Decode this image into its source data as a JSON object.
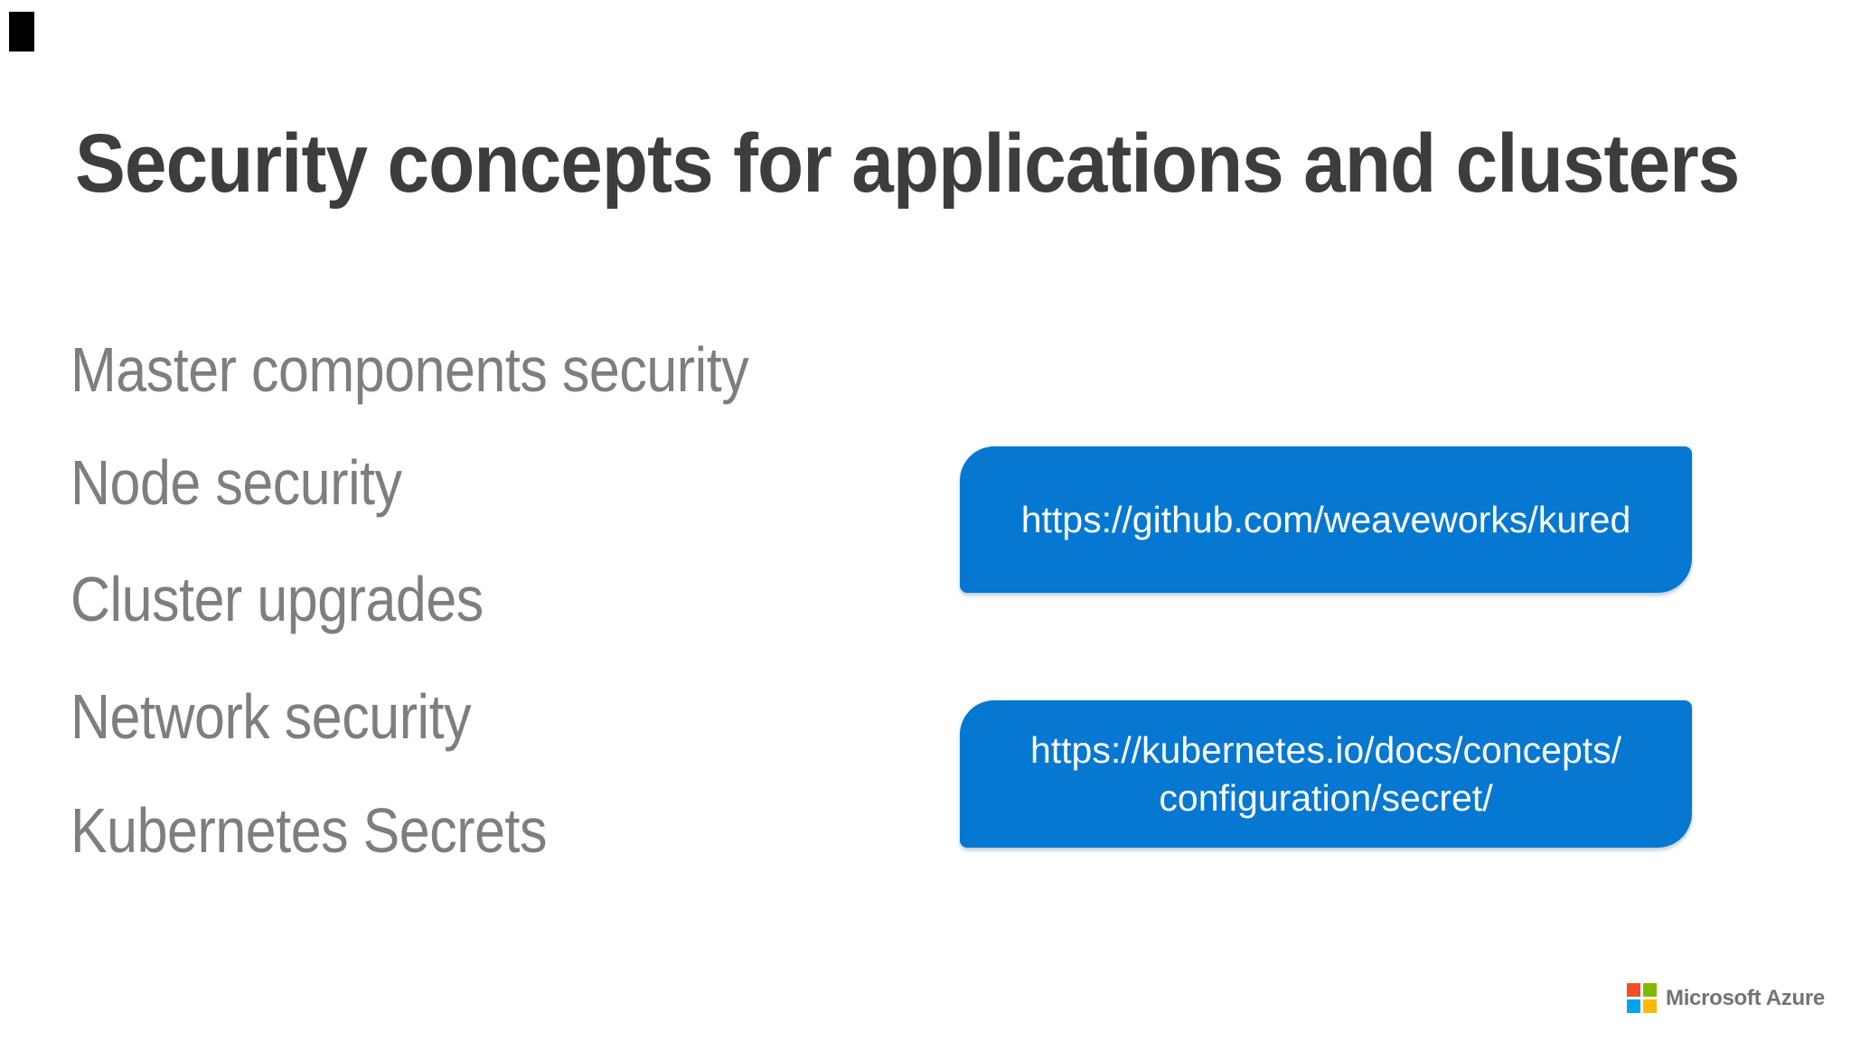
{
  "slide": {
    "title": "Security concepts for applications and clusters",
    "topics": [
      "Master components security",
      "Node security",
      "Cluster upgrades",
      "Network security",
      "Kubernetes Secrets"
    ],
    "links": [
      {
        "lines": [
          "https://github.com/weaveworks/kured"
        ]
      },
      {
        "lines": [
          "https://kubernetes.io/docs/concepts/",
          "configuration/secret/"
        ]
      }
    ],
    "footer": {
      "brand": "Microsoft Azure"
    },
    "icons": {
      "microsoft_logo": "four-color-grid-icon"
    },
    "colors": {
      "link_box_blue": "#0678d2",
      "title_gray": "#3d3d3d",
      "topic_gray": "#7e7e7e",
      "brand_text_gray": "#737373",
      "ms_logo_red": "#f25022",
      "ms_logo_green": "#7fba00",
      "ms_logo_blue": "#00a4ef",
      "ms_logo_yellow": "#ffb900",
      "corner_mark_black": "#000000"
    }
  }
}
